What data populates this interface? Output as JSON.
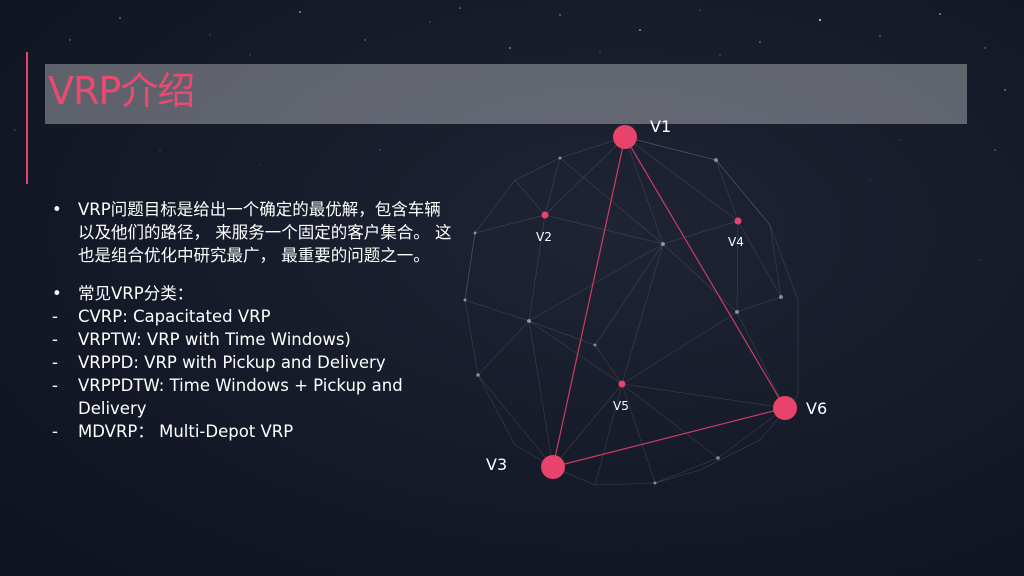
{
  "slide": {
    "title": "VRP介绍",
    "bullets": [
      {
        "marker": "•",
        "text": "VRP问题目标是给出一个确定的最优解，包含车辆以及他们的路径， 来服务一个固定的客户集合。 这也是组合优化中研究最广， 最重要的问题之一。"
      },
      {
        "marker": "•",
        "text": "常见VRP分类："
      },
      {
        "marker": "-",
        "text": "CVRP: Capacitated VRP"
      },
      {
        "marker": "-",
        "text": "VRPTW: VRP with Time Windows)"
      },
      {
        "marker": "-",
        "text": "VRPPD: VRP with Pickup and Delivery"
      },
      {
        "marker": "-",
        "text": "VRPPDTW:  Time Windows + Pickup and Delivery"
      },
      {
        "marker": "-",
        "text": "MDVRP：  Multi-Depot VRP"
      }
    ]
  },
  "graph": {
    "nodes": {
      "v1": "V1",
      "v2": "V2",
      "v3": "V3",
      "v4": "V4",
      "v5": "V5",
      "v6": "V6"
    },
    "route": [
      "V1",
      "V6",
      "V3",
      "V1"
    ]
  },
  "colors": {
    "accent": "#e8436b",
    "title": "#ea4a72",
    "background": "#151a28"
  }
}
